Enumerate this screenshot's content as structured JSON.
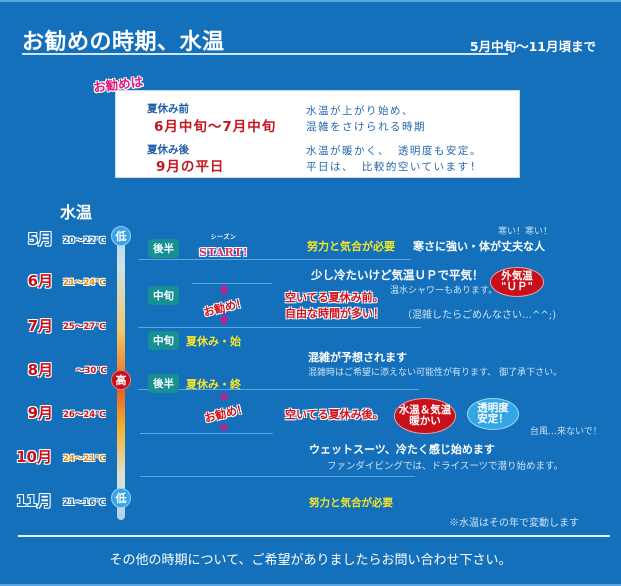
{
  "header": {
    "title": "お勧めの時期、水温",
    "subtitle": "5月中旬～11月頃まで"
  },
  "recommend": {
    "tag": "お勧めは",
    "items": [
      {
        "label": "夏休み前",
        "period": "6月中旬～7月中旬",
        "note_line1": "水温が上がり始め、",
        "note_line2": "混雑をさけられる時期"
      },
      {
        "label": "夏休み後",
        "period": "9月の平日",
        "note_line1": "水温が暖かく、 透明度も安定。",
        "note_line2": "平日は、 比較的空いています!"
      }
    ]
  },
  "water_temp": {
    "title": "水温",
    "low_label": "低",
    "high_label": "高",
    "months": [
      {
        "month": "5月",
        "temp": "20～22℃",
        "color": "blue"
      },
      {
        "month": "6月",
        "temp": "21～24℃",
        "color": "red"
      },
      {
        "month": "7月",
        "temp": "25～27℃",
        "color": "red"
      },
      {
        "month": "8月",
        "temp": "～30℃",
        "color": "red"
      },
      {
        "month": "9月",
        "temp": "26～24℃",
        "color": "red"
      },
      {
        "month": "10月",
        "temp": "24～21℃",
        "color": "red"
      },
      {
        "month": "11月",
        "temp": "21～16℃",
        "color": "blue"
      }
    ]
  },
  "timeline": {
    "may": {
      "badge": "後半",
      "season_small": "シーズン",
      "season_big": "START!",
      "effort": "努力と気合が必要",
      "who": "寒さに強い・体が丈夫な人",
      "aside": "寒い！寒い！"
    },
    "june": {
      "badge": "中旬",
      "headline": "少し冷たいけど気温ＵＰで平気！",
      "shower": "温水シャワーもあります。",
      "oval_line1": "外気温",
      "oval_line2": "\"ＵＰ\"",
      "recommend": "お勧め！",
      "red_line1": "空いてる夏休み前。",
      "red_line2": "自由な時間が多い！",
      "apology": "（混雑したらごめんなさい…^^;)"
    },
    "july": {
      "badge": "中旬",
      "label": "夏休み・始"
    },
    "august": {
      "badge": "後半",
      "label": "夏休み・終",
      "headline": "混雑が予想されます",
      "note": "混雑時はご希望に添えない可能性が有ります、 御了承下さい。"
    },
    "september": {
      "recommend": "お勧め！",
      "red_line": "空いてる夏休み後。",
      "oval_red_line1": "水温＆気温",
      "oval_red_line2": "暖かい",
      "oval_blue_line1": "透明度",
      "oval_blue_line2": "安定！",
      "aside": "台風…来ないで！"
    },
    "october": {
      "headline": "ウェットスーツ、冷たく感じ始めます",
      "note": "ファンダイビングでは、ドライスーツで潜り始めます。"
    },
    "november": {
      "effort": "努力と気合が必要",
      "disclaimer": "※水温はその年で変動します"
    }
  },
  "footer": {
    "text": "その他の時期について、ご希望がありましたらお問い合わせ下さい。"
  }
}
